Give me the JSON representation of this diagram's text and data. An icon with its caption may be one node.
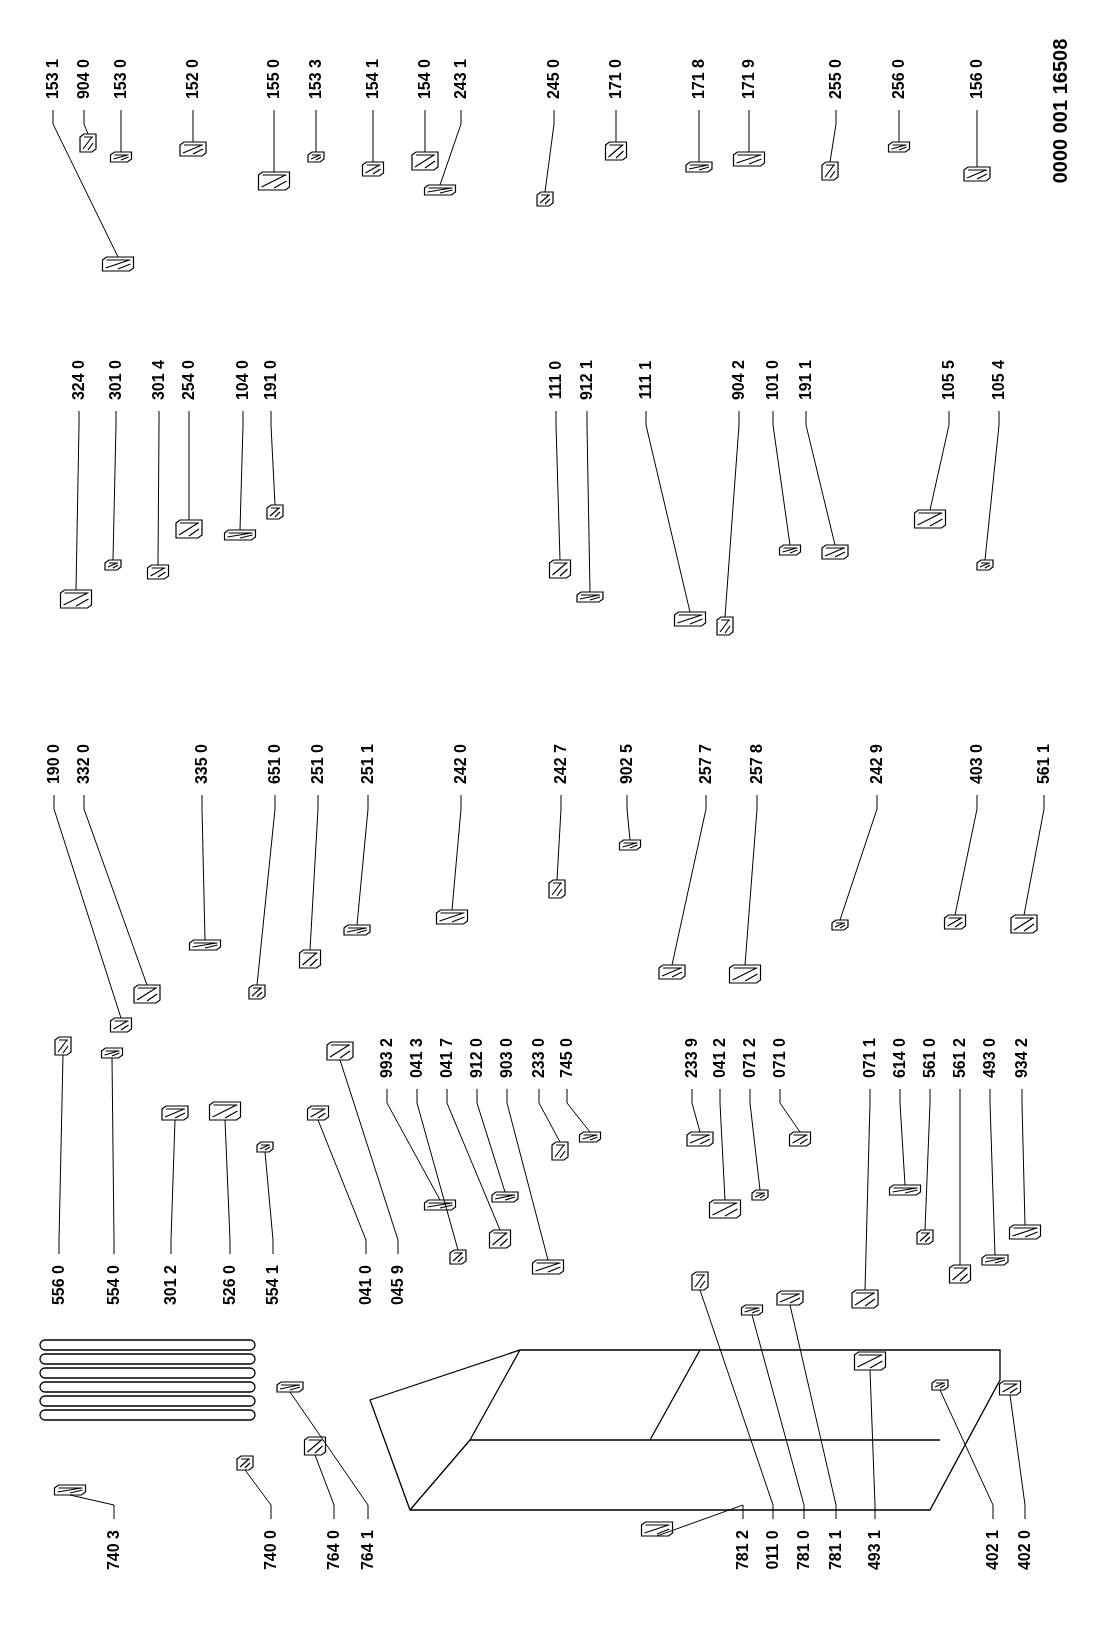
{
  "diagram": {
    "nodes": [
      {
        "text": [
          "153 1"
        ]
      },
      {
        "text": [
          "904 0"
        ]
      },
      {
        "text": [
          "153 0"
        ]
      },
      {
        "text": [
          "152 0"
        ]
      },
      {
        "text": [
          "155 0"
        ]
      },
      {
        "text": [
          "153 3"
        ]
      },
      {
        "text": [
          "154 1"
        ]
      },
      {
        "text": [
          "154 0"
        ]
      },
      {
        "text": [
          "243 1"
        ]
      },
      {
        "text": [
          "245 0"
        ]
      },
      {
        "text": [
          "171 0"
        ]
      },
      {
        "text": [
          "171 8"
        ]
      },
      {
        "text": [
          "171 9"
        ]
      },
      {
        "text": [
          "255 0"
        ]
      },
      {
        "text": [
          "256 0"
        ]
      },
      {
        "text": [
          "156 0"
        ]
      },
      {
        "text": [
          "324 0"
        ]
      },
      {
        "text": [
          "301 0"
        ]
      },
      {
        "text": [
          "301 4"
        ]
      },
      {
        "text": [
          "254 0"
        ]
      },
      {
        "text": [
          "104 0"
        ]
      },
      {
        "text": [
          "191 0"
        ]
      },
      {
        "text": [
          "111 0"
        ]
      },
      {
        "text": [
          "912 1"
        ]
      },
      {
        "text": [
          "111 1"
        ]
      },
      {
        "text": [
          "904 2"
        ]
      },
      {
        "text": [
          "101 0"
        ]
      },
      {
        "text": [
          "191 1"
        ]
      },
      {
        "text": [
          "105 5"
        ]
      },
      {
        "text": [
          "105 4"
        ]
      },
      {
        "text": [
          "190 0"
        ]
      },
      {
        "text": [
          "332 0"
        ]
      },
      {
        "text": [
          "335 0"
        ]
      },
      {
        "text": [
          "651 0"
        ]
      },
      {
        "text": [
          "251 0"
        ]
      },
      {
        "text": [
          "251 1"
        ]
      },
      {
        "text": [
          "242 0"
        ]
      },
      {
        "text": [
          "242 7"
        ]
      },
      {
        "text": [
          "902 5"
        ]
      },
      {
        "text": [
          "257 7"
        ]
      },
      {
        "text": [
          "257 8"
        ]
      },
      {
        "text": [
          "242 9"
        ]
      },
      {
        "text": [
          "403 0"
        ]
      },
      {
        "text": [
          "561 1"
        ]
      },
      {
        "text": [
          "993 2"
        ]
      },
      {
        "text": [
          "041 3"
        ]
      },
      {
        "text": [
          "041 7"
        ]
      },
      {
        "text": [
          "912 0"
        ]
      },
      {
        "text": [
          "903 0"
        ]
      },
      {
        "text": [
          "233 0"
        ]
      },
      {
        "text": [
          "745 0"
        ]
      },
      {
        "text": [
          "233 9"
        ]
      },
      {
        "text": [
          "041 2"
        ]
      },
      {
        "text": [
          "071 2"
        ]
      },
      {
        "text": [
          "071 0"
        ]
      },
      {
        "text": [
          "071 1"
        ]
      },
      {
        "text": [
          "614 0"
        ]
      },
      {
        "text": [
          "561 0"
        ]
      },
      {
        "text": [
          "561 2"
        ]
      },
      {
        "text": [
          "493 0"
        ]
      },
      {
        "text": [
          "934 2"
        ]
      },
      {
        "text": [
          "556 0"
        ]
      },
      {
        "text": [
          "554 0"
        ]
      },
      {
        "text": [
          "301 2"
        ]
      },
      {
        "text": [
          "526 0"
        ]
      },
      {
        "text": [
          "554 1"
        ]
      },
      {
        "text": [
          "041 0"
        ]
      },
      {
        "text": [
          "045 9"
        ]
      },
      {
        "text": [
          "740 3"
        ]
      },
      {
        "text": [
          "740 0"
        ]
      },
      {
        "text": [
          "764 0"
        ]
      },
      {
        "text": [
          "764 1"
        ]
      },
      {
        "text": [
          "781 2"
        ]
      },
      {
        "text": [
          "011 0"
        ]
      },
      {
        "text": [
          "781 0"
        ]
      },
      {
        "text": [
          "781 1"
        ]
      },
      {
        "text": [
          "493 1"
        ]
      },
      {
        "text": [
          "402 1"
        ]
      },
      {
        "text": [
          "402 0"
        ]
      },
      {
        "text": [],
        "shape": "picture"
      },
      {
        "text": [],
        "shape": "picture"
      },
      {
        "text": [],
        "shape": "picture"
      },
      {
        "text": [],
        "shape": "picture"
      },
      {
        "text": [],
        "shape": "picture"
      },
      {
        "text": [],
        "shape": "picture"
      },
      {
        "text": [],
        "shape": "picture"
      },
      {
        "text": [],
        "shape": "picture"
      },
      {
        "text": [],
        "shape": "picture"
      },
      {
        "text": [],
        "shape": "picture"
      },
      {
        "text": [],
        "shape": "picture"
      },
      {
        "text": [],
        "shape": "picture"
      },
      {
        "text": [],
        "shape": "picture"
      },
      {
        "text": [],
        "shape": "picture"
      },
      {
        "text": [],
        "shape": "picture"
      },
      {
        "text": [],
        "shape": "picture"
      },
      {
        "text": [],
        "shape": "picture"
      },
      {
        "text": [],
        "shape": "picture"
      },
      {
        "text": [],
        "shape": "picture"
      },
      {
        "text": [],
        "shape": "picture"
      },
      {
        "text": [],
        "shape": "picture"
      },
      {
        "text": [],
        "shape": "picture"
      },
      {
        "text": [],
        "shape": "picture"
      },
      {
        "text": [],
        "shape": "picture"
      },
      {
        "text": [],
        "shape": "picture"
      },
      {
        "text": [],
        "shape": "picture"
      },
      {
        "text": [],
        "shape": "picture"
      },
      {
        "text": [],
        "shape": "picture"
      },
      {
        "text": [],
        "shape": "picture"
      },
      {
        "text": [],
        "shape": "picture"
      },
      {
        "text": [],
        "shape": "picture"
      },
      {
        "text": [],
        "shape": "picture"
      },
      {
        "text": [],
        "shape": "picture"
      },
      {
        "text": [],
        "shape": "picture"
      },
      {
        "text": [],
        "shape": "picture"
      },
      {
        "text": [],
        "shape": "picture"
      },
      {
        "text": [],
        "shape": "picture"
      },
      {
        "text": [],
        "shape": "picture"
      },
      {
        "text": [],
        "shape": "picture"
      },
      {
        "text": [],
        "shape": "picture"
      },
      {
        "text": [],
        "shape": "picture"
      },
      {
        "text": [],
        "shape": "picture"
      },
      {
        "text": [],
        "shape": "picture"
      },
      {
        "text": [],
        "shape": "picture"
      },
      {
        "text": [],
        "shape": "picture"
      },
      {
        "text": [],
        "shape": "picture"
      },
      {
        "text": [],
        "shape": "picture"
      },
      {
        "text": [],
        "shape": "picture"
      },
      {
        "text": [],
        "shape": "picture"
      },
      {
        "text": [],
        "shape": "picture"
      },
      {
        "text": [],
        "shape": "picture"
      },
      {
        "text": [],
        "shape": "picture"
      },
      {
        "text": [],
        "shape": "picture"
      },
      {
        "text": [],
        "shape": "picture"
      },
      {
        "text": [],
        "shape": "picture"
      },
      {
        "text": [],
        "shape": "picture"
      },
      {
        "text": [],
        "shape": "picture"
      },
      {
        "text": [],
        "shape": "picture"
      },
      {
        "text": [],
        "shape": "picture"
      },
      {
        "text": [],
        "shape": "picture"
      },
      {
        "text": [],
        "shape": "picture"
      },
      {
        "text": [],
        "shape": "picture"
      },
      {
        "text": [],
        "shape": "picture"
      },
      {
        "text": [],
        "shape": "picture"
      },
      {
        "text": [],
        "shape": "picture"
      },
      {
        "text": [],
        "shape": "picture"
      },
      {
        "text": [],
        "shape": "picture"
      },
      {
        "text": [],
        "shape": "picture"
      },
      {
        "text": [],
        "shape": "picture"
      },
      {
        "text": [],
        "shape": "picture"
      },
      {
        "text": [],
        "shape": "picture"
      },
      {
        "text": [],
        "shape": "picture"
      },
      {
        "text": [],
        "shape": "picture"
      },
      {
        "text": [],
        "shape": "picture"
      },
      {
        "text": [],
        "shape": "picture"
      },
      {
        "text": [],
        "shape": "picture"
      },
      {
        "text": [],
        "shape": "picture"
      },
      {
        "text": [],
        "shape": "picture"
      },
      {
        "text": [],
        "shape": "picture"
      }
    ],
    "edges": [
      {
        "from": 0,
        "to": 79,
        "arrow": "none"
      },
      {
        "from": 1,
        "to": 80,
        "arrow": "none"
      },
      {
        "from": 2,
        "to": 81,
        "arrow": "none"
      },
      {
        "from": 3,
        "to": 82,
        "arrow": "none"
      },
      {
        "from": 4,
        "to": 83,
        "arrow": "none"
      },
      {
        "from": 5,
        "to": 84,
        "arrow": "none"
      },
      {
        "from": 6,
        "to": 85,
        "arrow": "none"
      },
      {
        "from": 7,
        "to": 86,
        "arrow": "none"
      },
      {
        "from": 8,
        "to": 87,
        "arrow": "none"
      },
      {
        "from": 9,
        "to": 88,
        "arrow": "none"
      },
      {
        "from": 10,
        "to": 89,
        "arrow": "none"
      },
      {
        "from": 11,
        "to": 90,
        "arrow": "none"
      },
      {
        "from": 12,
        "to": 91,
        "arrow": "none"
      },
      {
        "from": 13,
        "to": 92,
        "arrow": "none"
      },
      {
        "from": 14,
        "to": 93,
        "arrow": "none"
      },
      {
        "from": 15,
        "to": 94,
        "arrow": "none"
      },
      {
        "from": 16,
        "to": 95,
        "arrow": "none"
      },
      {
        "from": 17,
        "to": 96,
        "arrow": "none"
      },
      {
        "from": 18,
        "to": 97,
        "arrow": "none"
      },
      {
        "from": 19,
        "to": 98,
        "arrow": "none"
      },
      {
        "from": 20,
        "to": 99,
        "arrow": "none"
      },
      {
        "from": 21,
        "to": 100,
        "arrow": "none"
      },
      {
        "from": 22,
        "to": 101,
        "arrow": "none"
      },
      {
        "from": 23,
        "to": 102,
        "arrow": "none"
      },
      {
        "from": 24,
        "to": 103,
        "arrow": "none"
      },
      {
        "from": 25,
        "to": 104,
        "arrow": "none"
      },
      {
        "from": 26,
        "to": 105,
        "arrow": "none"
      },
      {
        "from": 27,
        "to": 106,
        "arrow": "none"
      },
      {
        "from": 28,
        "to": 107,
        "arrow": "none"
      },
      {
        "from": 29,
        "to": 108,
        "arrow": "none"
      },
      {
        "from": 30,
        "to": 109,
        "arrow": "none"
      },
      {
        "from": 31,
        "to": 110,
        "arrow": "none"
      },
      {
        "from": 32,
        "to": 111,
        "arrow": "none"
      },
      {
        "from": 33,
        "to": 112,
        "arrow": "none"
      },
      {
        "from": 34,
        "to": 113,
        "arrow": "none"
      },
      {
        "from": 35,
        "to": 114,
        "arrow": "none"
      },
      {
        "from": 36,
        "to": 115,
        "arrow": "none"
      },
      {
        "from": 37,
        "to": 116,
        "arrow": "none"
      },
      {
        "from": 38,
        "to": 117,
        "arrow": "none"
      },
      {
        "from": 39,
        "to": 118,
        "arrow": "none"
      },
      {
        "from": 40,
        "to": 119,
        "arrow": "none"
      },
      {
        "from": 41,
        "to": 120,
        "arrow": "none"
      },
      {
        "from": 42,
        "to": 121,
        "arrow": "none"
      },
      {
        "from": 43,
        "to": 122,
        "arrow": "none"
      },
      {
        "from": 44,
        "to": 123,
        "arrow": "none"
      },
      {
        "from": 45,
        "to": 124,
        "arrow": "none"
      },
      {
        "from": 46,
        "to": 125,
        "arrow": "none"
      },
      {
        "from": 47,
        "to": 126,
        "arrow": "none"
      },
      {
        "from": 48,
        "to": 127,
        "arrow": "none"
      },
      {
        "from": 49,
        "to": 128,
        "arrow": "none"
      },
      {
        "from": 50,
        "to": 129,
        "arrow": "none"
      },
      {
        "from": 51,
        "to": 130,
        "arrow": "none"
      },
      {
        "from": 52,
        "to": 131,
        "arrow": "none"
      },
      {
        "from": 53,
        "to": 132,
        "arrow": "none"
      },
      {
        "from": 54,
        "to": 133,
        "arrow": "none"
      },
      {
        "from": 55,
        "to": 134,
        "arrow": "none"
      },
      {
        "from": 56,
        "to": 135,
        "arrow": "none"
      },
      {
        "from": 57,
        "to": 136,
        "arrow": "none"
      },
      {
        "from": 58,
        "to": 137,
        "arrow": "none"
      },
      {
        "from": 59,
        "to": 138,
        "arrow": "none"
      },
      {
        "from": 60,
        "to": 139,
        "arrow": "none"
      },
      {
        "from": 61,
        "to": 140,
        "arrow": "none"
      },
      {
        "from": 62,
        "to": 141,
        "arrow": "none"
      },
      {
        "from": 63,
        "to": 142,
        "arrow": "none"
      },
      {
        "from": 64,
        "to": 143,
        "arrow": "none"
      },
      {
        "from": 65,
        "to": 144,
        "arrow": "none"
      },
      {
        "from": 66,
        "to": 145,
        "arrow": "none"
      },
      {
        "from": 67,
        "to": 146,
        "arrow": "none"
      },
      {
        "from": 68,
        "to": 147,
        "arrow": "none"
      },
      {
        "from": 69,
        "to": 148,
        "arrow": "none"
      },
      {
        "from": 70,
        "to": 149,
        "arrow": "none"
      },
      {
        "from": 71,
        "to": 150,
        "arrow": "none"
      },
      {
        "from": 72,
        "to": 151,
        "arrow": "none"
      },
      {
        "from": 73,
        "to": 152,
        "arrow": "none"
      },
      {
        "from": 74,
        "to": 153,
        "arrow": "none"
      },
      {
        "from": 75,
        "to": 154,
        "arrow": "none"
      },
      {
        "from": 76,
        "to": 155,
        "arrow": "none"
      },
      {
        "from": 77,
        "to": 156,
        "arrow": "none"
      },
      {
        "from": 78,
        "to": 157,
        "arrow": "none"
      }
    ],
    "labels": [
      "0000 001 16508"
    ]
  }
}
